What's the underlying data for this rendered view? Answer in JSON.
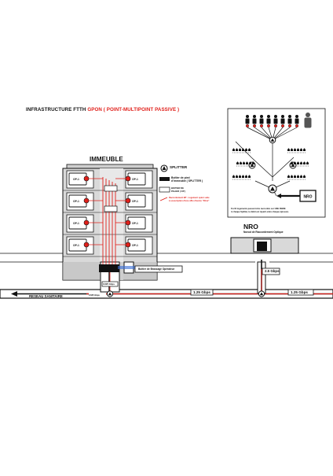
{
  "title": {
    "main": "INFRASTRUCTURE FTTH ",
    "highlight": "GPON ( POINT-MULTIPOINT PASSIVE )"
  },
  "building": {
    "label": "IMMEUBLE",
    "op_box_label": "OP-1",
    "floors": 4
  },
  "legend": {
    "splitter": "SPLITTER",
    "boitier_pied_line1": "Boîtier de pied",
    "boitier_pied_line2": "d'immeuble ( SPLITTER )",
    "boitier_palier_line1": "BOITIER DE",
    "boitier_palier_line2": "PALIER ( OP )",
    "raccordement_line1": "Raccordement BP - Logement opéré suite",
    "raccordement_line2": "à souscription d'une offre d'accès \"Fibre\""
  },
  "boitier_brassage": "Boitier de Brassage Opérateur",
  "speeds": {
    "drop": "0.625 Gbps",
    "drop2": "0.625 Gbps",
    "main1": "1.25 Gbps",
    "main2": "1.25 Gbps",
    "nro_link": "2.5 Gbps"
  },
  "reseau": "RESEAU SANITAIRE",
  "nro": {
    "label": "NRO",
    "sublabel": "Noeud de Raccordement Optique"
  },
  "inset": {
    "nro_label": "NRO",
    "note_line1": "8 à 64 logements peuvent être raccordés sur UNE FIBRE",
    "note_line2": "A chaque Splitter, le débit est réparti entre chaque épissure."
  },
  "colors": {
    "fiber": "#e0201b",
    "black": "#111111",
    "blue": "#3a6fd8"
  }
}
